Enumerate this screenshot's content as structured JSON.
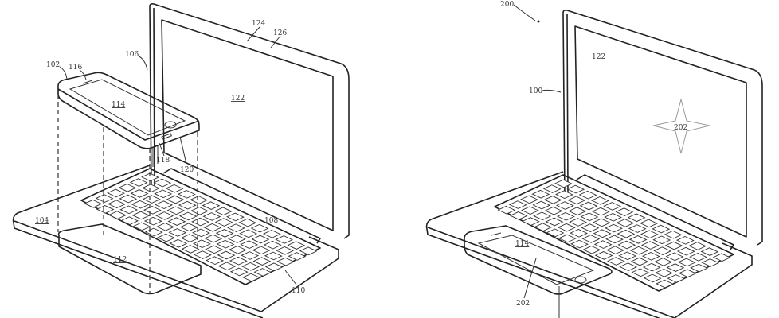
{
  "figure_left": {
    "labels": {
      "phone": "102",
      "phone_speaker": "116",
      "lid": "106",
      "camera": "124",
      "bezel": "126",
      "phone_display": "114",
      "display": "122",
      "connector_a": "118",
      "connector_b": "120",
      "keyboard": "108",
      "palm_rest": "104",
      "phone_recess": "112",
      "base": "110"
    }
  },
  "figure_right": {
    "labels": {
      "figure_number": "200",
      "display": "122",
      "laptop": "100",
      "display_icon": "202",
      "phone_display": "114",
      "phone_icon": "202"
    }
  }
}
